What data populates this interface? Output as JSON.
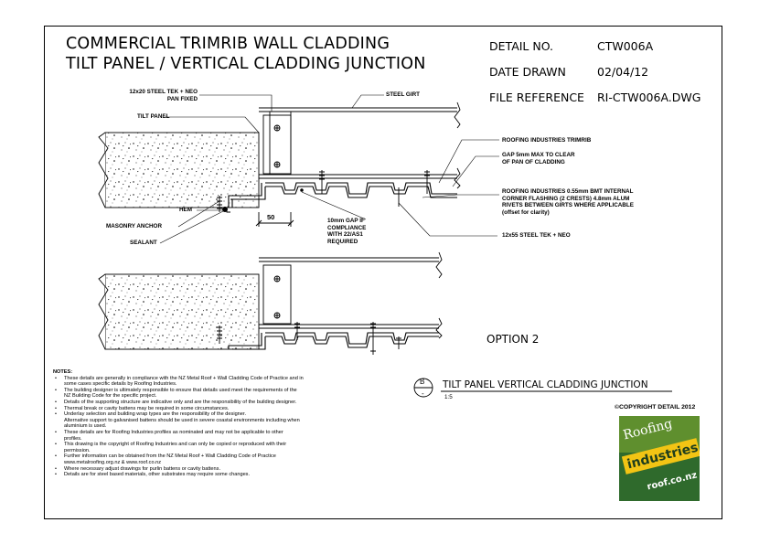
{
  "title": {
    "line1": "COMMERCIAL TRIMRIB WALL CLADDING",
    "line2": "TILT PANEL / VERTICAL CLADDING JUNCTION"
  },
  "detail": {
    "no_label": "DETAIL NO.",
    "no_value": "CTW006A",
    "date_label": "DATE DRAWN",
    "date_value": "02/04/12",
    "ref_label": "FILE REFERENCE",
    "ref_value": "RI-CTW006A.DWG"
  },
  "labels": {
    "fix": [
      "12x20 STEEL TEK + NEO",
      "PAN FIXED"
    ],
    "tilt_panel": "TILT PANEL",
    "steel_girt": "STEEL GIRT",
    "trimrib": "ROOFING INDUSTRIES TRIMRIB",
    "gap": [
      "GAP 5mm MAX TO CLEAR",
      "OF PAN OF CLADDING"
    ],
    "flashing": [
      "ROOFING INDUSTRIES 0.55mm BMT INTERNAL",
      "CORNER FLASHING (2 CRESTS) 4.8mm ALUM",
      "RIVETS BETWEEN GIRTS WHERE APPLICABLE",
      "(offset for clarity)"
    ],
    "hem": "HEM",
    "masonry_anchor": "MASONRY ANCHOR",
    "sealant": "SEALANT",
    "gap10": [
      "10mm GAP IF",
      "COMPLIANCE",
      "WITH 22/AS1",
      "REQUIRED"
    ],
    "teks": "12x55 STEEL TEK + NEO",
    "dim_50": "50",
    "option2": "OPTION 2"
  },
  "callout": {
    "letter": "B",
    "dash": "-",
    "title": "TILT PANEL VERTICAL CLADDING JUNCTION",
    "scale": "1:5"
  },
  "copyright": "©COPYRIGHT DETAIL 2012",
  "logo": {
    "word1": "Roofing",
    "word2": "industries",
    "word3": "roof.co.nz"
  },
  "notes": {
    "heading": "NOTES:",
    "items": [
      [
        "These details are generally in compliance with the NZ Metal Roof + Wall Cladding Code of Practice and in",
        "some cases specific details by Roofing Industries."
      ],
      [
        "The building designer is ultimately responsible to ensure that details used meet the requirements of the",
        "NZ Building Code for the specific project."
      ],
      [
        "Details of the supporting structure are indicative only and are the responsibility of the building designer."
      ],
      [
        "Thermal break or cavity battens may be required in some circumstances."
      ],
      [
        "Underlay selection and building wrap types are the responsibility of the designer.",
        "Alternative support to galvanised battens should be used in severe coastal environments including when",
        "aluminium is used."
      ],
      [
        "These details are for Roofing Industries profiles as nominated and may not be applicable to other",
        "profiles."
      ],
      [
        "This drawing is the copyright of Roofing Industries and can only be copied or reproduced with their",
        "permission."
      ],
      [
        "Further information can be obtained from the NZ Metal Roof + Wall Cladding Code of Practice",
        "www.metalroofing.org.nz  &  www.roof.co.nz"
      ],
      [
        "Where necessary adjust drawings for purlin battens or cavity battens."
      ],
      [
        "Details are for steel based materials, other substrates may require some changes."
      ]
    ]
  },
  "colors": {
    "ink": "#000000",
    "concrete_fill": "#ffffff",
    "logo_green": "#2f6a2c",
    "logo_yellow": "#f2c414"
  }
}
